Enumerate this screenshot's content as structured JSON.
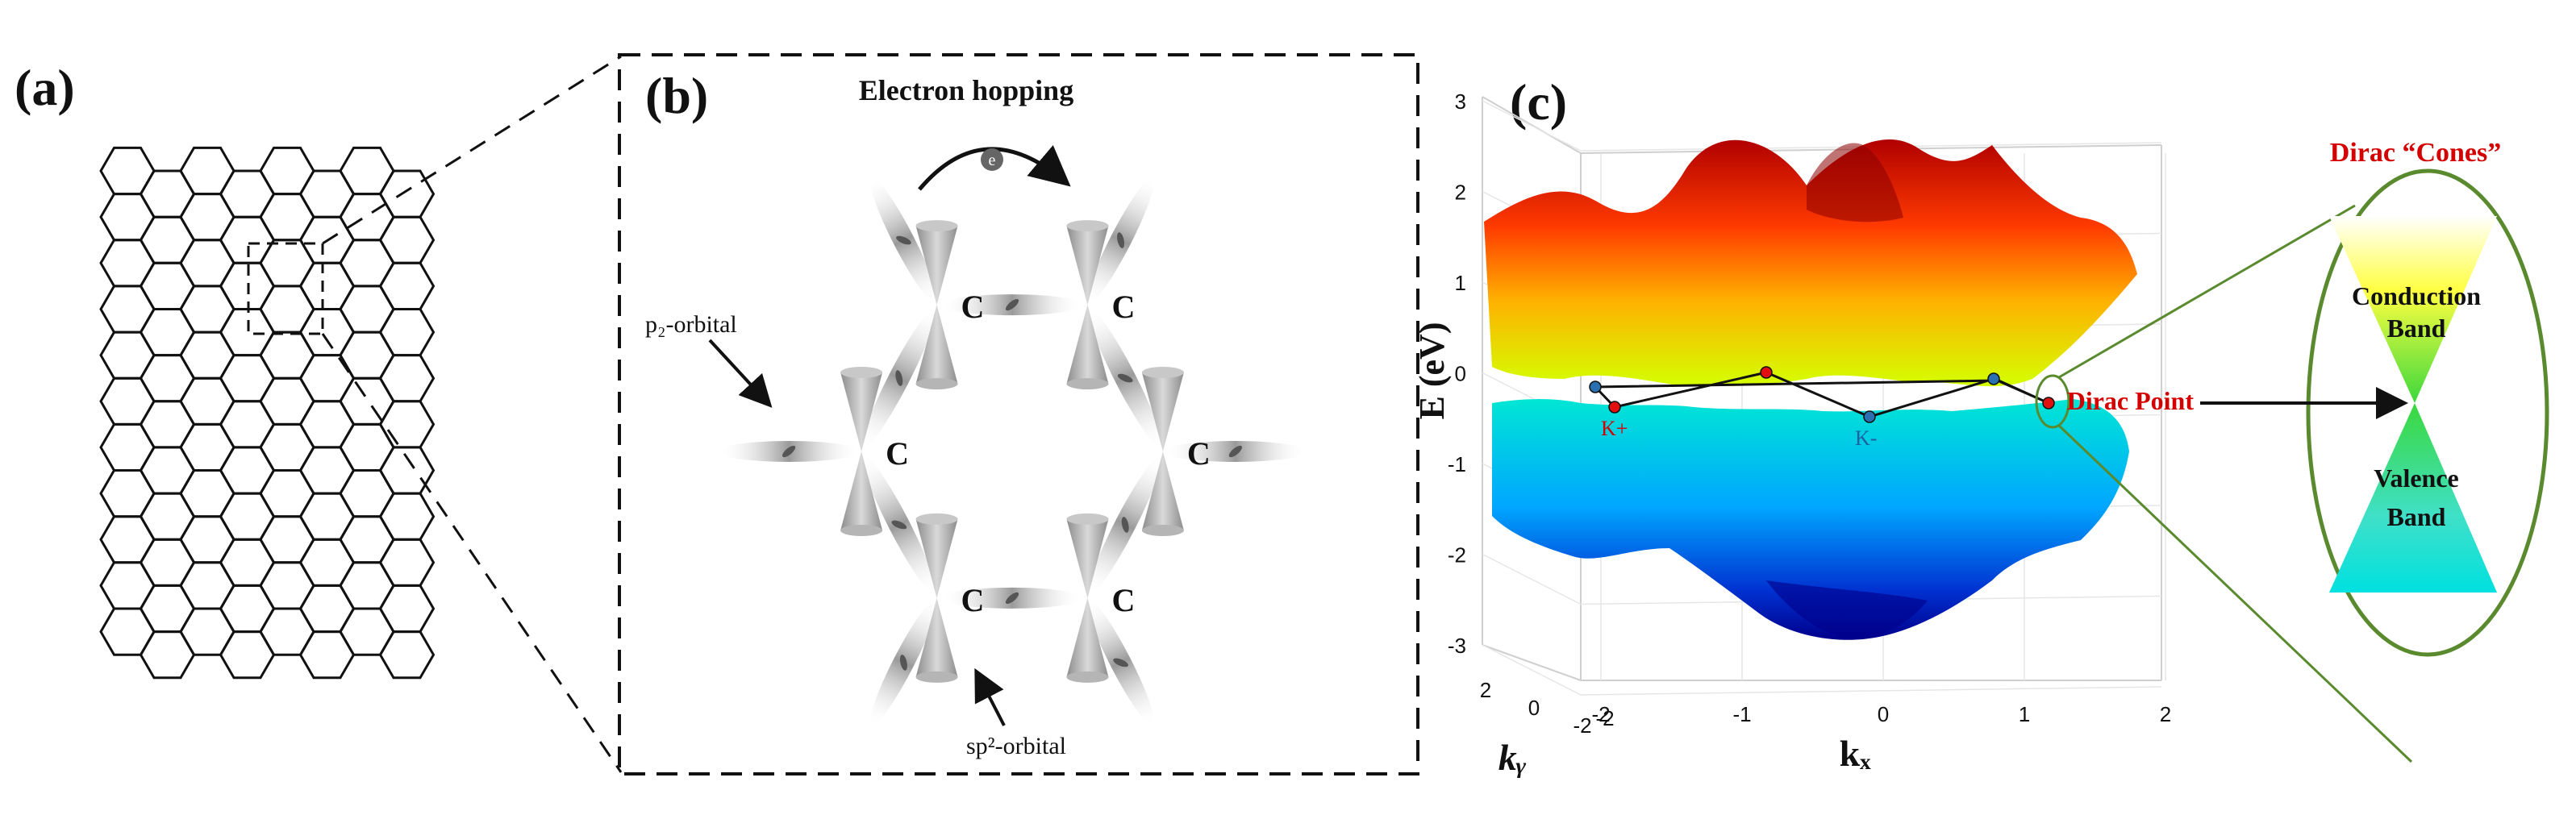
{
  "panel_a": {
    "label": "(a)"
  },
  "panel_b": {
    "label": "(b)",
    "hopping_label": "Electron hopping",
    "electron_symbol": "e",
    "atom_symbol": "C",
    "pz_label": "p₂-orbital",
    "sp2_label": "sp²-orbital"
  },
  "panel_c": {
    "label": "(c)",
    "ylabel": "E  (eV)",
    "xlabel": "kₓ",
    "ky_label": "kᵧ",
    "z_ticks": [
      "3",
      "2",
      "1",
      "0",
      "-1",
      "-2",
      "-3"
    ],
    "x_ticks": [
      "-2",
      "-1",
      "0",
      "1",
      "2"
    ],
    "y_ticks": [
      "2",
      "0",
      "-2"
    ],
    "k_plus": "K+",
    "k_minus": "K-",
    "colors": {
      "conduction_top": "#8b0000",
      "mid": "#ffff00",
      "valence_bottom": "#00008b"
    }
  },
  "inset": {
    "title": "Dirac “Cones”",
    "conduction": "Conduction Band",
    "conduction_l1": "Conduction",
    "conduction_l2": "Band",
    "valence_l1": "Valence",
    "valence_l2": "Band",
    "dirac_point": "Dirac Point",
    "colors": {
      "title": "#d40000",
      "border": "#5a8a2e"
    }
  }
}
